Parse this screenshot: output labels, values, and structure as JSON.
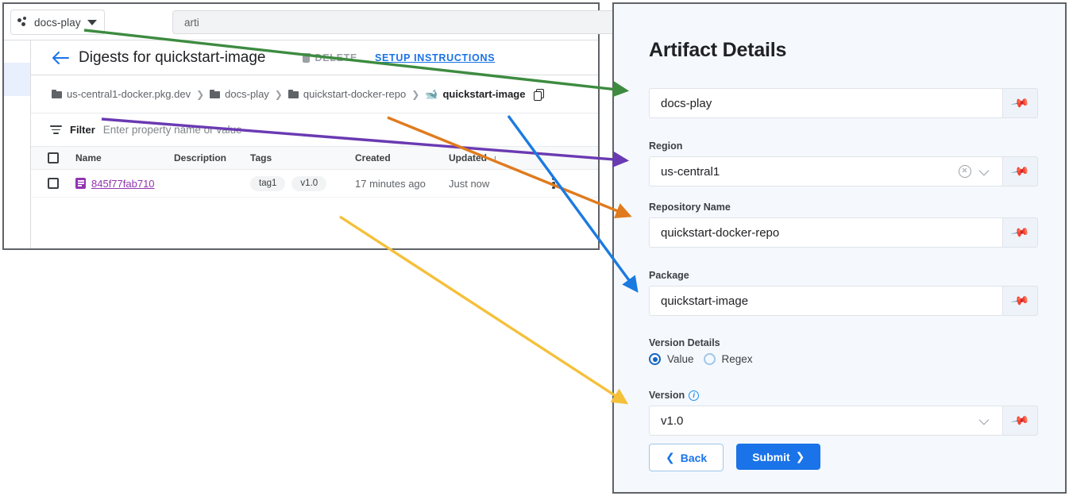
{
  "console": {
    "project_selector": {
      "label": "docs-play",
      "icon": "project-dots-icon"
    },
    "search": {
      "value": "arti"
    },
    "page_title": "Digests for quickstart-image",
    "actions": {
      "delete": "DELETE",
      "setup": "SETUP INSTRUCTIONS"
    },
    "breadcrumb": [
      {
        "label": "us-central1-docker.pkg.dev",
        "icon": "folder-icon"
      },
      {
        "label": "docs-play",
        "icon": "folder-icon"
      },
      {
        "label": "quickstart-docker-repo",
        "icon": "folder-icon"
      },
      {
        "label": "quickstart-image",
        "icon": "docker-whale-icon"
      }
    ],
    "filter": {
      "label": "Filter",
      "placeholder": "Enter property name or value"
    },
    "table": {
      "columns": [
        "Name",
        "Description",
        "Tags",
        "Created",
        "Updated"
      ],
      "sort_column": "Updated",
      "sort_arrow": "↓",
      "rows": [
        {
          "name": "845f77fab710",
          "description": "",
          "tags": [
            "tag1",
            "v1.0"
          ],
          "created": "17 minutes ago",
          "updated": "Just now"
        }
      ]
    }
  },
  "panel": {
    "title": "Artifact Details",
    "fields": [
      {
        "name": "project",
        "label": "",
        "value": "docs-play",
        "has_clear": false,
        "has_chevron": false
      },
      {
        "name": "region",
        "label": "Region",
        "value": "us-central1",
        "has_clear": true,
        "has_chevron": true
      },
      {
        "name": "repository",
        "label": "Repository Name",
        "value": "quickstart-docker-repo",
        "has_clear": false,
        "has_chevron": false
      },
      {
        "name": "package",
        "label": "Package",
        "value": "quickstart-image",
        "has_clear": false,
        "has_chevron": false
      }
    ],
    "version_details": {
      "label": "Version Details",
      "options": [
        "Value",
        "Regex"
      ],
      "selected": "Value"
    },
    "version": {
      "label": "Version",
      "value": "v1.0",
      "info_icon": "info-icon"
    },
    "buttons": {
      "back": "Back",
      "submit": "Submit"
    },
    "pin_icon": "pin-icon"
  },
  "annotations": {
    "arrows": [
      {
        "name": "arrow-project",
        "color": "#3d8b40",
        "from_label": "docs-play chip",
        "to_label": "project field"
      },
      {
        "name": "arrow-region",
        "color": "#6a3ab2",
        "from_label": "us-central1-docker.pkg.dev crumb",
        "to_label": "Region field"
      },
      {
        "name": "arrow-repository",
        "color": "#e07b1e",
        "from_label": "quickstart-docker-repo crumb",
        "to_label": "Repository Name field"
      },
      {
        "name": "arrow-package",
        "color": "#1b7ae0",
        "from_label": "quickstart-image crumb",
        "to_label": "Package field"
      },
      {
        "name": "arrow-version",
        "color": "#f5c03a",
        "from_label": "v1.0 tag",
        "to_label": "Version field"
      }
    ]
  }
}
